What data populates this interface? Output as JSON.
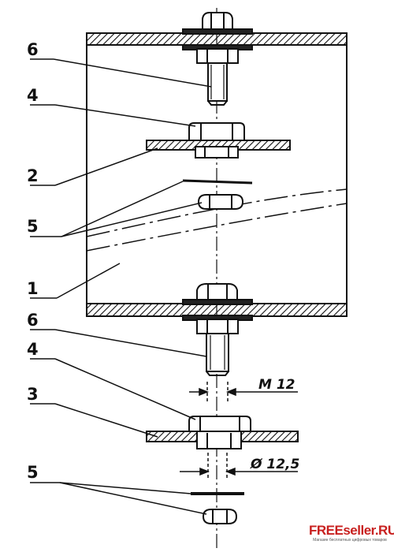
{
  "callouts": {
    "top_6": "6",
    "top_4": "4",
    "label_2": "2",
    "top_5": "5",
    "label_1": "1",
    "bottom_6": "6",
    "bottom_4": "4",
    "label_3": "3",
    "bottom_5": "5"
  },
  "dimensions": {
    "thread": "M 12",
    "hole_diameter": "Ø 12,5"
  },
  "watermark": {
    "brand": "FREEseller.RU",
    "tagline": "Магазин бесплатных цифровых товаров"
  },
  "colors": {
    "ink": "#111111",
    "watermark_red": "#c8201f"
  }
}
